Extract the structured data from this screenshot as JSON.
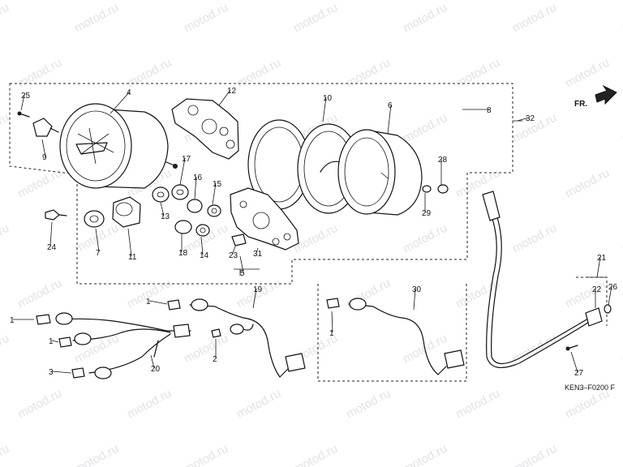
{
  "diagram": {
    "code": "KEN3–F0200 F",
    "direction_label": "FR.",
    "watermark": "motod.ru",
    "callouts": [
      {
        "id": "c1a",
        "label": "1"
      },
      {
        "id": "c1b",
        "label": "1"
      },
      {
        "id": "c1c",
        "label": "1"
      },
      {
        "id": "c1d",
        "label": "1"
      },
      {
        "id": "c2",
        "label": "2"
      },
      {
        "id": "c3",
        "label": "3"
      },
      {
        "id": "c4",
        "label": "4"
      },
      {
        "id": "c5",
        "label": "5"
      },
      {
        "id": "c6",
        "label": "6"
      },
      {
        "id": "c7",
        "label": "7"
      },
      {
        "id": "c8",
        "label": "8"
      },
      {
        "id": "c9",
        "label": "9"
      },
      {
        "id": "c10",
        "label": "10"
      },
      {
        "id": "c11",
        "label": "11"
      },
      {
        "id": "c12",
        "label": "12"
      },
      {
        "id": "c13",
        "label": "13"
      },
      {
        "id": "c14",
        "label": "14"
      },
      {
        "id": "c15",
        "label": "15"
      },
      {
        "id": "c16",
        "label": "16"
      },
      {
        "id": "c17",
        "label": "17"
      },
      {
        "id": "c18",
        "label": "18"
      },
      {
        "id": "c19",
        "label": "19"
      },
      {
        "id": "c20",
        "label": "20"
      },
      {
        "id": "c21",
        "label": "21"
      },
      {
        "id": "c22",
        "label": "22"
      },
      {
        "id": "c23",
        "label": "23"
      },
      {
        "id": "c24",
        "label": "24"
      },
      {
        "id": "c25",
        "label": "25"
      },
      {
        "id": "c26",
        "label": "26"
      },
      {
        "id": "c27",
        "label": "27"
      },
      {
        "id": "c28",
        "label": "28"
      },
      {
        "id": "c29",
        "label": "29"
      },
      {
        "id": "c30",
        "label": "30"
      },
      {
        "id": "c31",
        "label": "31"
      },
      {
        "id": "c32",
        "label": "32"
      }
    ]
  }
}
